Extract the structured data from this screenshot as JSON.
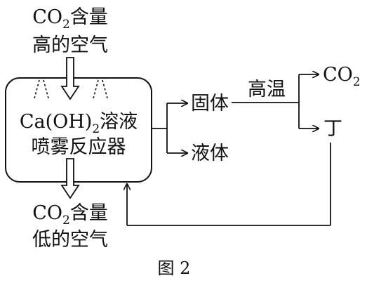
{
  "figure_label": "图 2",
  "input": {
    "line1_pre": "CO",
    "line1_sub": "2",
    "line1_post": "含量",
    "line2": "高的空气"
  },
  "reactor": {
    "line1_pre": "Ca(OH)",
    "line1_sub": "2",
    "line1_post": "溶液",
    "line2": "喷雾反应器"
  },
  "output": {
    "line1_pre": "CO",
    "line1_sub": "2",
    "line1_post": "含量",
    "line2": "低的空气"
  },
  "branches": {
    "solid": "固体",
    "liquid": "液体"
  },
  "process": {
    "condition": "高温",
    "product_pre": "CO",
    "product_sub": "2",
    "product_d": "丁"
  }
}
